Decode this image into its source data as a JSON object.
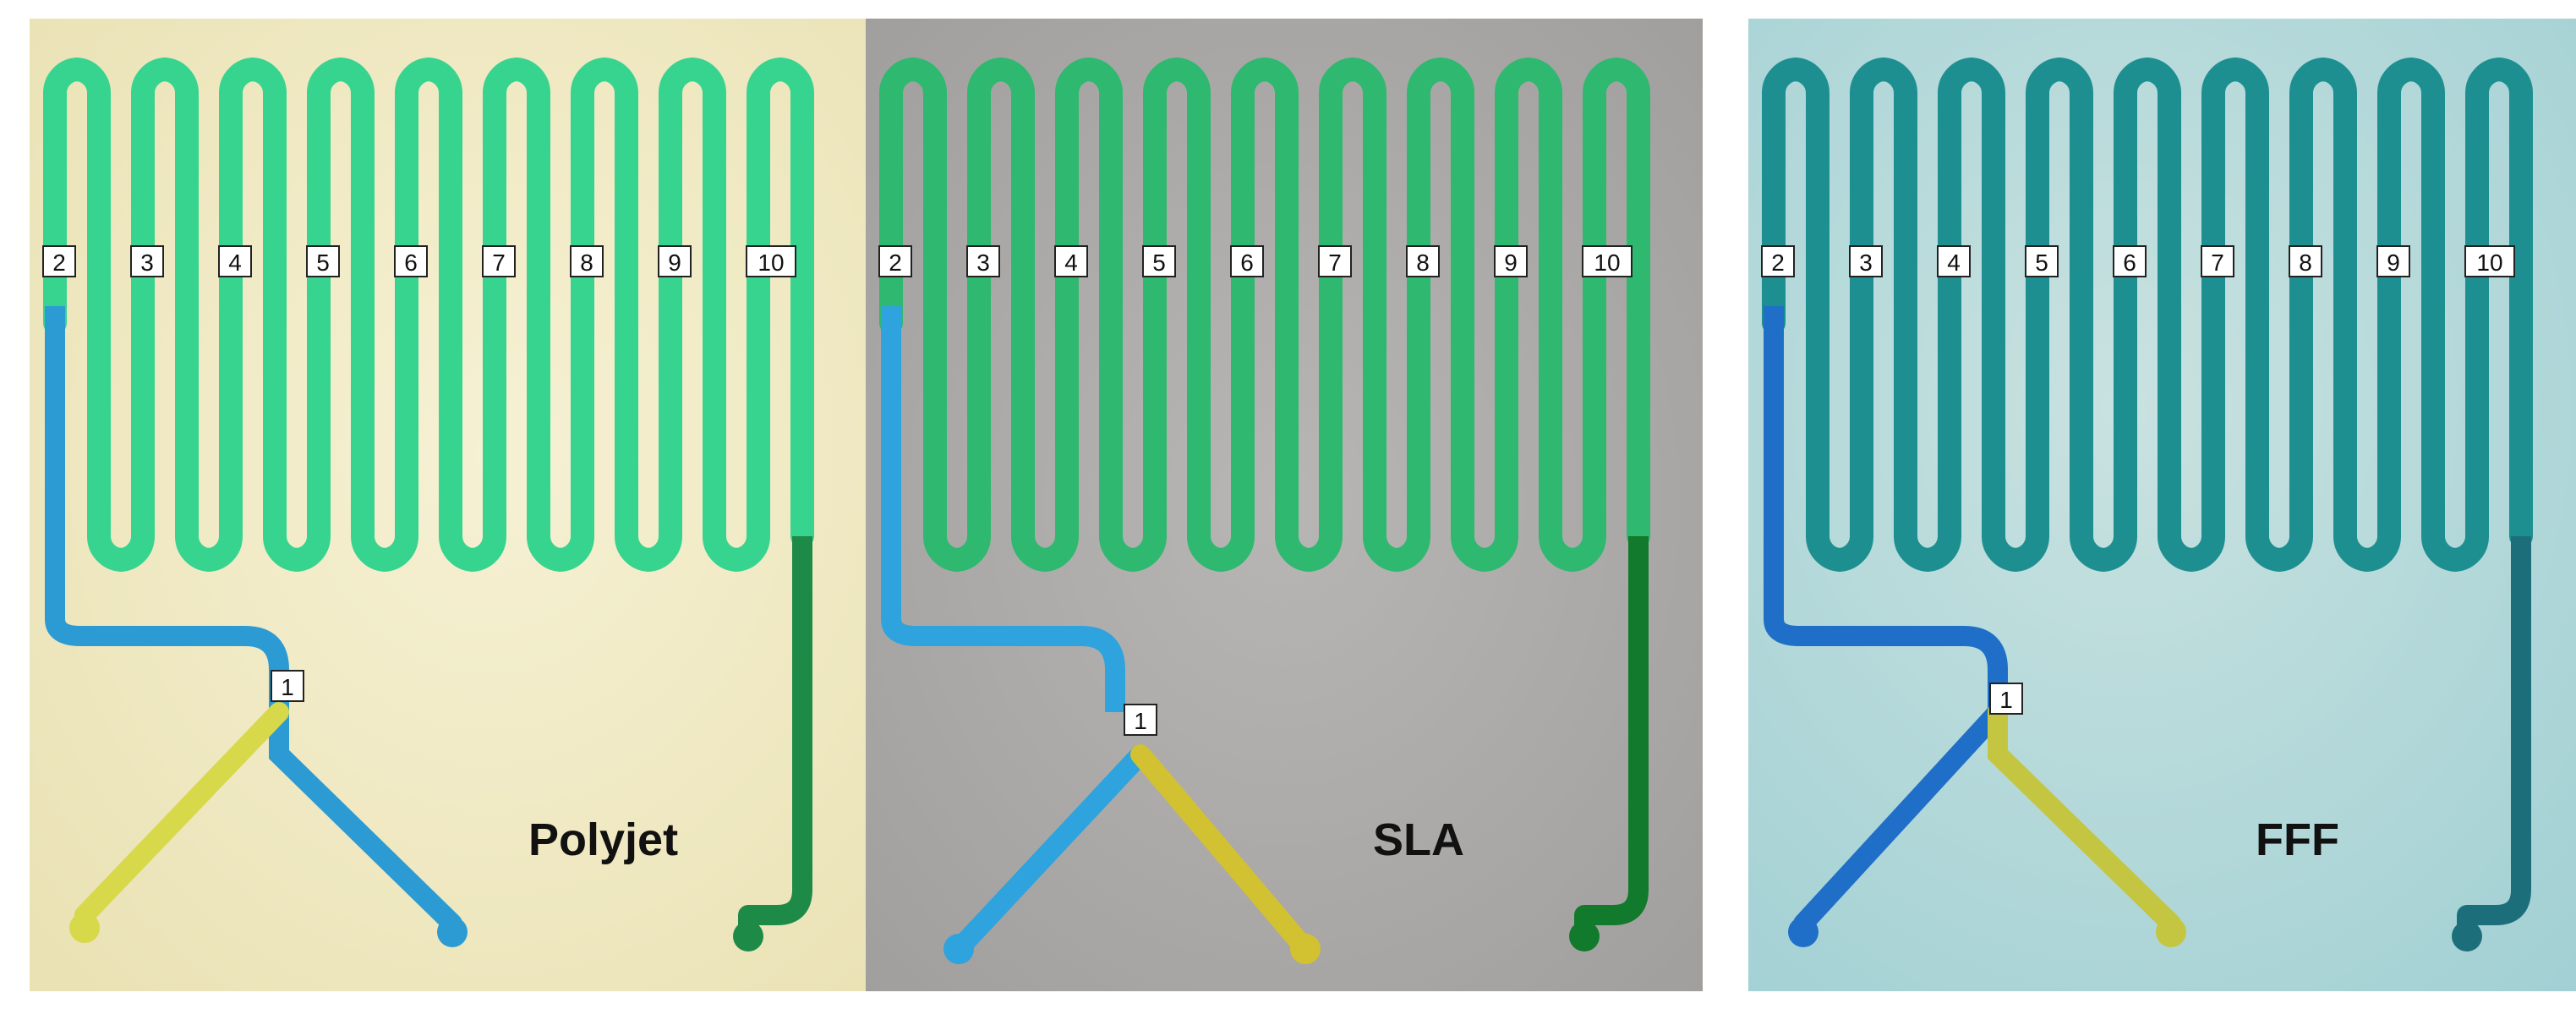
{
  "panels": [
    {
      "method": "Polyjet",
      "colors": {
        "bg_light": "#f6f1d4",
        "bg_dark": "#e9e1b2",
        "serpentine": "#37d48f",
        "channel_blue": "#2c9bd4",
        "channel_yellow": "#d7d84a",
        "outlet": "#1e8a48"
      },
      "labels": [
        "1",
        "2",
        "3",
        "4",
        "5",
        "6",
        "7",
        "8",
        "9",
        "10"
      ]
    },
    {
      "method": "SLA",
      "colors": {
        "bg_light": "#b8b6b4",
        "bg_dark": "#9e9c9a",
        "serpentine": "#2fb86f",
        "channel_blue": "#2ea3dd",
        "channel_yellow": "#d2c130",
        "outlet": "#117a2c"
      },
      "labels": [
        "1",
        "2",
        "3",
        "4",
        "5",
        "6",
        "7",
        "8",
        "9",
        "10"
      ]
    },
    {
      "method": "FFF",
      "colors": {
        "bg_light": "#c9e2e0",
        "bg_dark": "#9fcfd3",
        "serpentine": "#1e8f90",
        "channel_blue": "#1f6fc8",
        "channel_yellow": "#c4c642",
        "outlet": "#1c6f7a"
      },
      "labels": [
        "1",
        "2",
        "3",
        "4",
        "5",
        "6",
        "7",
        "8",
        "9",
        "10"
      ]
    }
  ]
}
